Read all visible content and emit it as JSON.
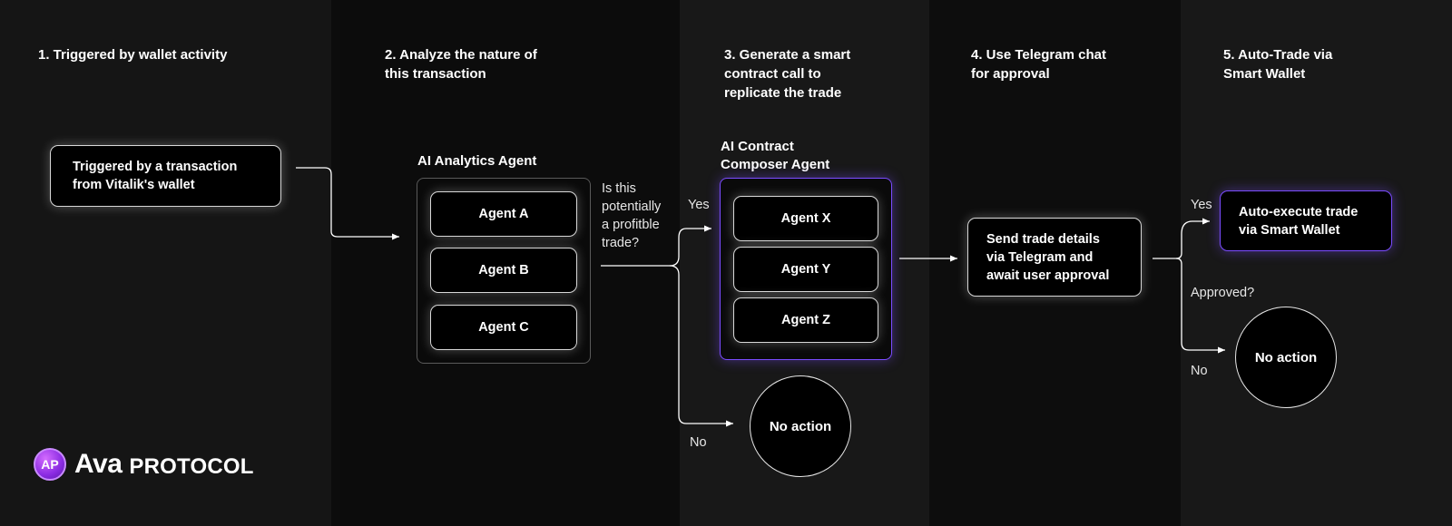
{
  "steps": [
    "1. Triggered by wallet activity",
    "2. Analyze the nature of\nthis transaction",
    "3. Generate a smart\ncontract call to\nreplicate the trade",
    "4. Use Telegram chat\nfor approval",
    "5.  Auto-Trade via\nSmart Wallet"
  ],
  "trigger_box": "Triggered by a transaction\nfrom Vitalik's wallet",
  "analytics": {
    "title": "AI Analytics Agent",
    "agents": [
      "Agent A",
      "Agent B",
      "Agent C"
    ]
  },
  "question": "Is this\npotentially\na profitble\ntrade?",
  "composer": {
    "title": "AI Contract\nComposer Agent",
    "agents": [
      "Agent X",
      "Agent Y",
      "Agent Z"
    ]
  },
  "branch1": {
    "yes": "Yes",
    "no": "No",
    "no_action": "No action"
  },
  "telegram_box": "Send trade details\nvia Telegram and\nawait user approval",
  "branch2": {
    "yes": "Yes",
    "question": "Approved?",
    "no": "No",
    "no_action": "No action"
  },
  "auto_box": "Auto-execute trade\nvia Smart Wallet",
  "logo": {
    "mark": "AP",
    "name": "Ava",
    "suffix": "PROTOCOL"
  },
  "colors": {
    "background": "#111111",
    "column_alt": "#181818",
    "column_dark": "#0d0d0d",
    "accent_purple": "#7b4cff",
    "box_border": "#d8d8d8"
  },
  "icons": [
    "logo-mark-icon",
    "arrow-icon"
  ]
}
